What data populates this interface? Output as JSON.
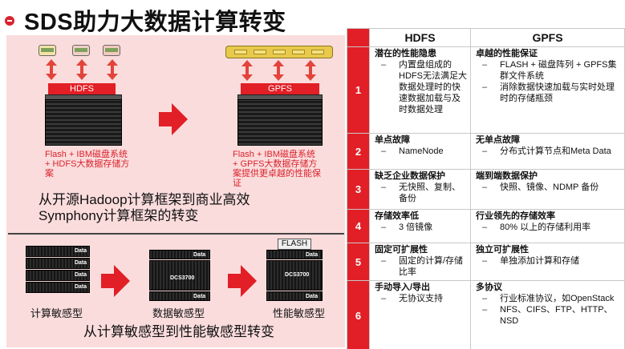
{
  "slide": {
    "title": "SDS助力大数据计算转变"
  },
  "left": {
    "hdfs_label": "HDFS",
    "gpfs_label": "GPFS",
    "hdfs_desc": "Flash + IBM磁盘系统 + HDFS大数据存储方案",
    "gpfs_desc": "Flash + IBM磁盘系统 + GPFS大数据存储方案提供更卓越的性能保证",
    "caption_top_1": "从开源Hadoop计算框架到商业高效",
    "caption_top_2": "Symphony计算框架的转变",
    "unit_label": "Data",
    "dcs_label": "DCS3700",
    "flash_label": "FLASH",
    "stage_1": "计算敏感型",
    "stage_2": "数据敏感型",
    "stage_3": "性能敏感型",
    "caption_bottom": "从计算敏感型到性能敏感型转变"
  },
  "table": {
    "header_hdfs": "HDFS",
    "header_gpfs": "GPFS",
    "rows": [
      {
        "num": "1",
        "hdfs_title": "潜在的性能隐患",
        "hdfs_items": [
          "内置盘组成的HDFS无法满足大数据处理时的快速数据加载与及时数据处理"
        ],
        "gpfs_title": "卓越的性能保证",
        "gpfs_items": [
          "FLASH + 磁盘阵列 + GPFS集群文件系统",
          "消除数据快速加载与实时处理时的存储瓶颈"
        ]
      },
      {
        "num": "2",
        "hdfs_title": "单点故障",
        "hdfs_items": [
          "NameNode"
        ],
        "gpfs_title": "无单点故障",
        "gpfs_items": [
          "分布式计算节点和Meta Data"
        ]
      },
      {
        "num": "3",
        "hdfs_title": "缺乏企业数据保护",
        "hdfs_items": [
          "无快照、复制、备份"
        ],
        "gpfs_title": "端到端数据保护",
        "gpfs_items": [
          "快照、镜像、NDMP 备份"
        ]
      },
      {
        "num": "4",
        "hdfs_title": "存储效率低",
        "hdfs_items": [
          "3 倍镜像"
        ],
        "gpfs_title": "行业领先的存储效率",
        "gpfs_items": [
          "80% 以上的存储利用率"
        ]
      },
      {
        "num": "5",
        "hdfs_title": "固定可扩展性",
        "hdfs_items": [
          "固定的计算/存储比率"
        ],
        "gpfs_title": "独立可扩展性",
        "gpfs_items": [
          "单独添加计算和存储"
        ]
      },
      {
        "num": "6",
        "hdfs_title": "手动导入/导出",
        "hdfs_items": [
          "无协议支持"
        ],
        "gpfs_title": "多协议",
        "gpfs_items": [
          "行业标准协议，如OpenStack",
          "NFS、CIFS、FTP、HTTP、NSD"
        ]
      }
    ]
  },
  "colors": {
    "accent_red": "#e21f26",
    "panel_pink": "#fbdcdc"
  }
}
